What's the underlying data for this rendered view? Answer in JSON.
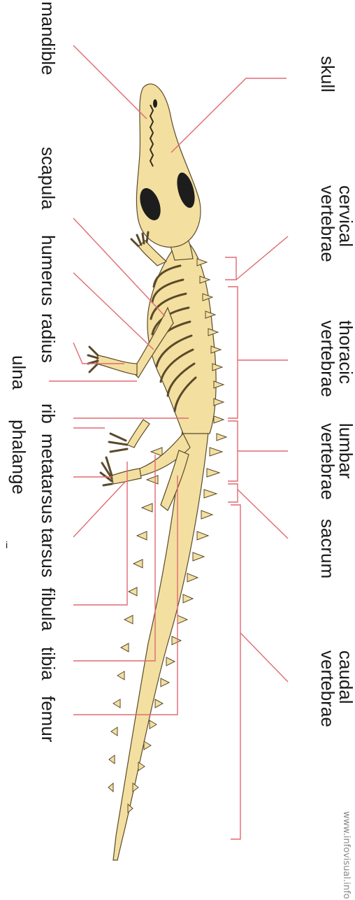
{
  "labels": {
    "mandible": "mandible",
    "scapula": "scapula",
    "humerus": "humerus",
    "radius": "radius",
    "ulna": "ulna",
    "rib": "rib",
    "phalange": "phalange",
    "metatarsus": "metatarsus",
    "tarsus": "tarsus",
    "fibula": "fibula",
    "tibia": "tibia",
    "femur": "femur",
    "skull": "skull",
    "cervical_1": "cervical",
    "cervical_2": "vertebrae",
    "thoracic_1": "thoracic",
    "thoracic_2": "vertebrae",
    "lumbar_1": "lumbar",
    "lumbar_2": "vertebrae",
    "sacrum": "sacrum",
    "caudal_1": "caudal",
    "caudal_2": "vertebrae"
  },
  "marks": {
    "small_i": "i",
    "source": "www.infovisual.info"
  },
  "colors": {
    "bone": "#f3dfa0",
    "outline": "#5a4a2a",
    "leader": "#e06a72"
  }
}
